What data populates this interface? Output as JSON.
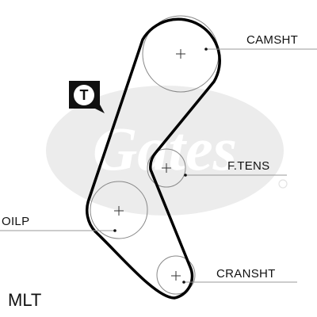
{
  "labels": {
    "camshaft": "CAMSHT",
    "tensioner": "F.TENS",
    "oil_pump": "OILP",
    "crankshaft": "CRANSHT",
    "engine_code": "MLT"
  },
  "watermark": {
    "text": "Gates",
    "color": "#e9e9e9"
  },
  "tensioner_symbol": {
    "letter": "T"
  },
  "colors": {
    "belt": "#000000",
    "pulley_outline": "#888888",
    "leader_line": "#999999",
    "text": "#111111",
    "watermark": "#e9e9e9"
  }
}
